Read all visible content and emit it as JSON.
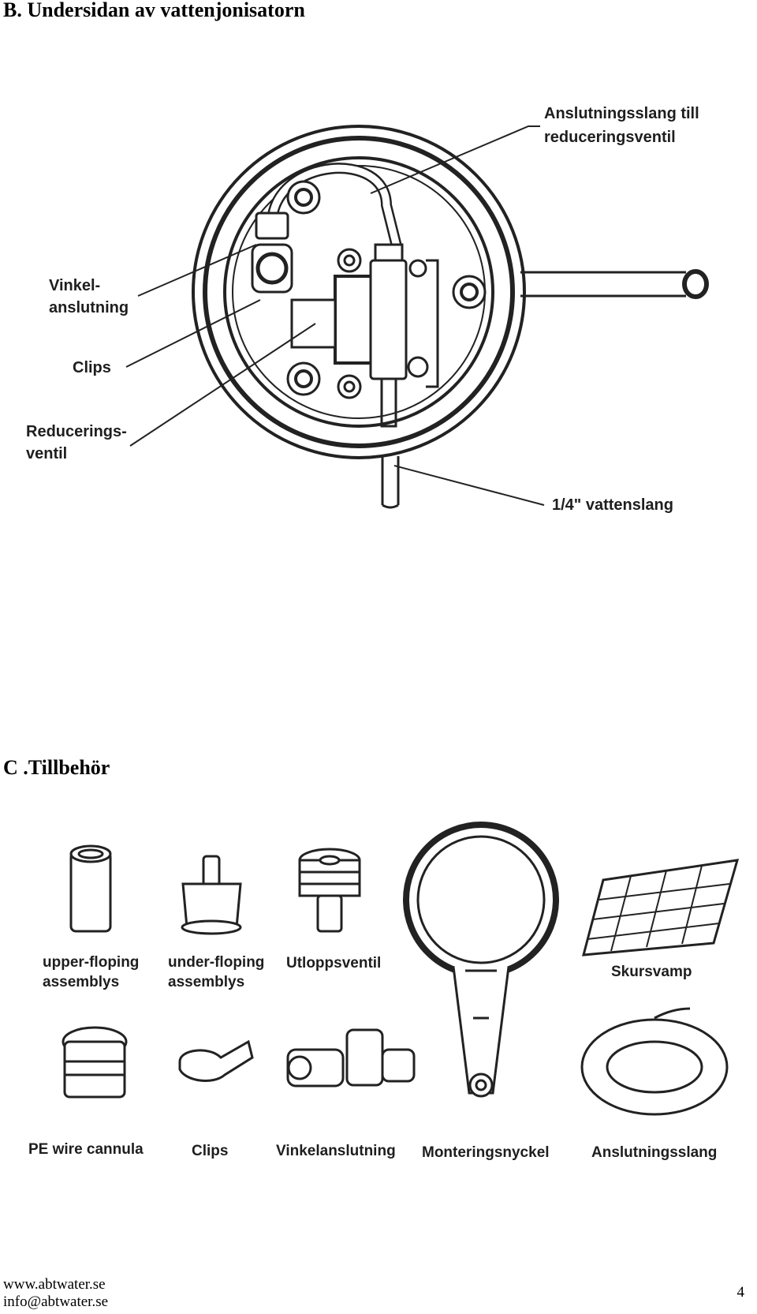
{
  "section_b": {
    "heading": "B. Undersidan av vattenjonisatorn",
    "labels": {
      "hose_to_valve_line1": "Anslutningsslang till",
      "hose_to_valve_line2": "reduceringsventil",
      "angle_line1": "Vinkel-",
      "angle_line2": "anslutning",
      "clips": "Clips",
      "reducer_line1": "Reducerings-",
      "reducer_line2": "ventil",
      "water_hose": "1/4\" vattenslang"
    }
  },
  "section_c": {
    "heading": "C .Tillbehör",
    "items": {
      "upper_line1": "upper-floping",
      "upper_line2": "assemblys",
      "under_line1": "under-floping",
      "under_line2": "assemblys",
      "outlet": "Utloppsventil",
      "sponge": "Skursvamp",
      "pe_cannula": "PE wire cannula",
      "clips": "Clips",
      "angle": "Vinkelanslutning",
      "wrench": "Monteringsnyckel",
      "hose": "Anslutningsslang"
    }
  },
  "footer": {
    "website": "www.abtwater.se",
    "email": "info@abtwater.se",
    "page_number": "4"
  }
}
